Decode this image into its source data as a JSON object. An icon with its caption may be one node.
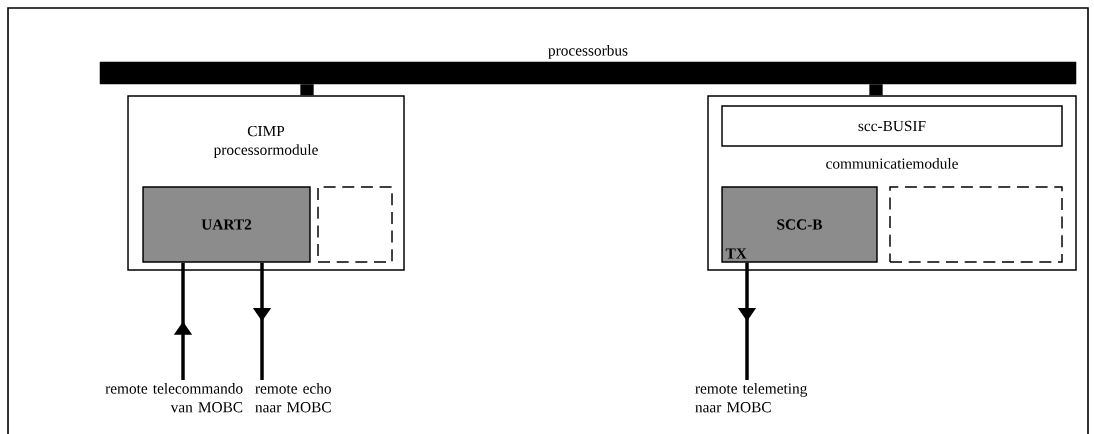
{
  "diagram": {
    "nodes": [
      {
        "text": [
          "processorbus"
        ]
      },
      {
        "text": [
          "CIMP processormodule"
        ]
      },
      {
        "text": [
          "UART2"
        ],
        "in": 1
      },
      {
        "text": [],
        "shape": "box",
        "in": 1
      },
      {
        "text": [
          "communicatiemodule"
        ]
      },
      {
        "text": [
          "scc-BUSIF"
        ],
        "in": 4
      },
      {
        "text": [
          "SCC-B",
          "TX"
        ],
        "in": 4
      },
      {
        "text": [],
        "shape": "box",
        "in": 4
      },
      {
        "text": [
          "remote telecommando van MOBC"
        ]
      },
      {
        "text": [
          "remote echo naar MOBC"
        ]
      },
      {
        "text": [
          "remote telemeting naar MOBC"
        ]
      }
    ],
    "edges": [
      {
        "from": 0,
        "to": 1,
        "arrow": "none",
        "style": "thick"
      },
      {
        "from": 0,
        "to": 4,
        "arrow": "none",
        "style": "thick"
      },
      {
        "from": 8,
        "to": 2,
        "arrow": "to"
      },
      {
        "from": 2,
        "to": 9,
        "arrow": "to"
      },
      {
        "from": 6,
        "to": 10,
        "arrow": "to"
      }
    ]
  }
}
